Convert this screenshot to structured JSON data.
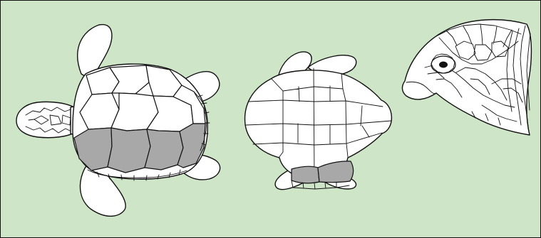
{
  "figure": {
    "background_color": "#cfe5c8",
    "shaded_color": "#a8a8a8",
    "line_color": "#111111",
    "views": [
      "carapace-view",
      "plastron-view",
      "head-lateral-view"
    ]
  }
}
